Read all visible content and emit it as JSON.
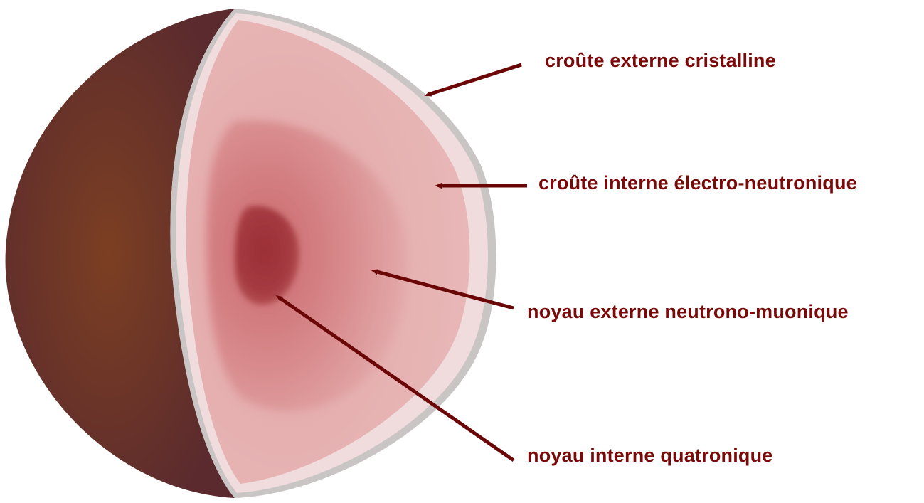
{
  "diagram": {
    "labels": {
      "outer_crust": "croûte externe cristalline",
      "inner_crust": "croûte interne électro-neutronique",
      "outer_core": "noyau externe neutrono-muonique",
      "inner_core": "noyau interne quatronique"
    },
    "colors": {
      "label_text": "#7a0a0a",
      "arrow": "#6b0606",
      "sphere_surface_center": "#7c3f22",
      "sphere_surface_edge": "#5a2a2e",
      "rim": "#c9c5c5",
      "outer_crust": "#f0dcdc",
      "inner_crust": "#e8b7b7",
      "outer_core": "#d98c8e",
      "inner_core": "#9b2f36"
    }
  }
}
